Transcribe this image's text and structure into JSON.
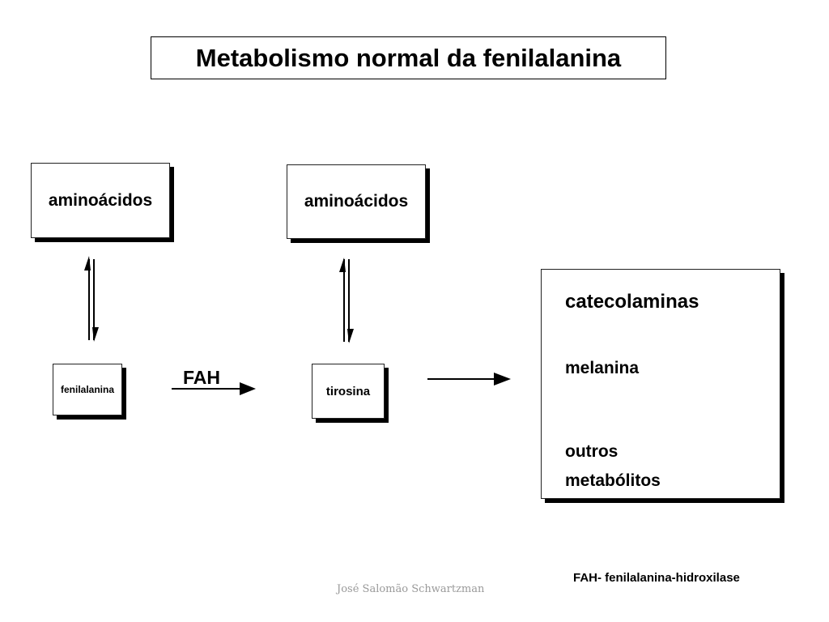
{
  "title": "Metabolismo normal da fenilalanina",
  "nodes": {
    "aminoacidos_left": "aminoácidos",
    "aminoacidos_right": "aminoácidos",
    "fenilalanina": "fenilalanina",
    "tirosina": "tirosina"
  },
  "products": [
    "catecolaminas",
    "melanina",
    "outros metabólitos"
  ],
  "enzyme_label": "FAH",
  "legend": "FAH- fenilalanina-hidroxilase",
  "author": "José Salomão Schwartzman"
}
